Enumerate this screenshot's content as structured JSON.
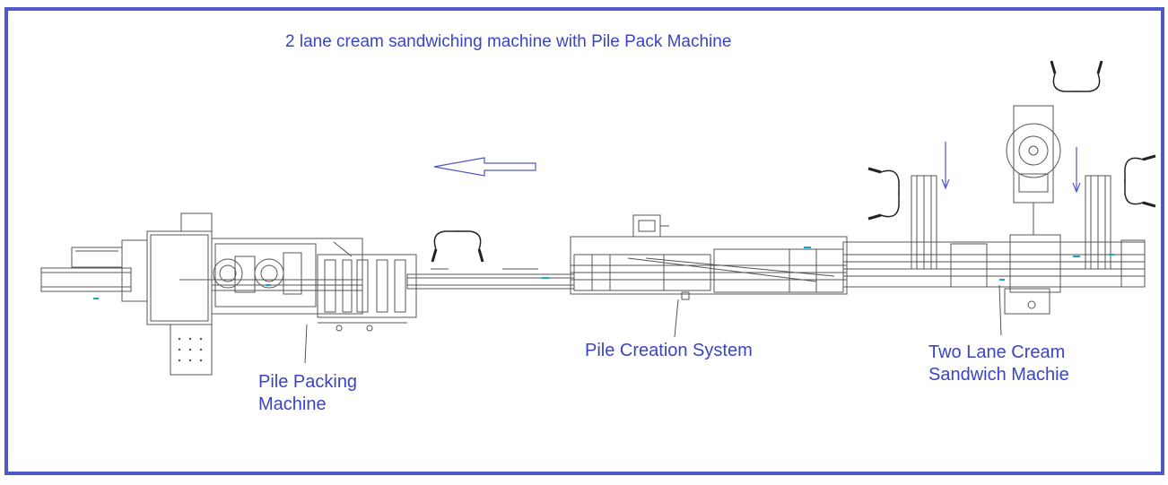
{
  "title": "2 lane cream sandwiching machine with Pile Pack Machine",
  "labels": {
    "pile_packing_line1": "Pile Packing",
    "pile_packing_line2": "Machine",
    "pile_creation": "Pile Creation System",
    "two_lane_line1": "Two Lane Cream",
    "two_lane_line2": "Sandwich Machie"
  },
  "colors": {
    "frame": "#4f57c9",
    "label": "#3a44c4",
    "drawing": "#555555",
    "accent": "#19a7c9"
  },
  "flow_direction": "left",
  "operators": 4
}
